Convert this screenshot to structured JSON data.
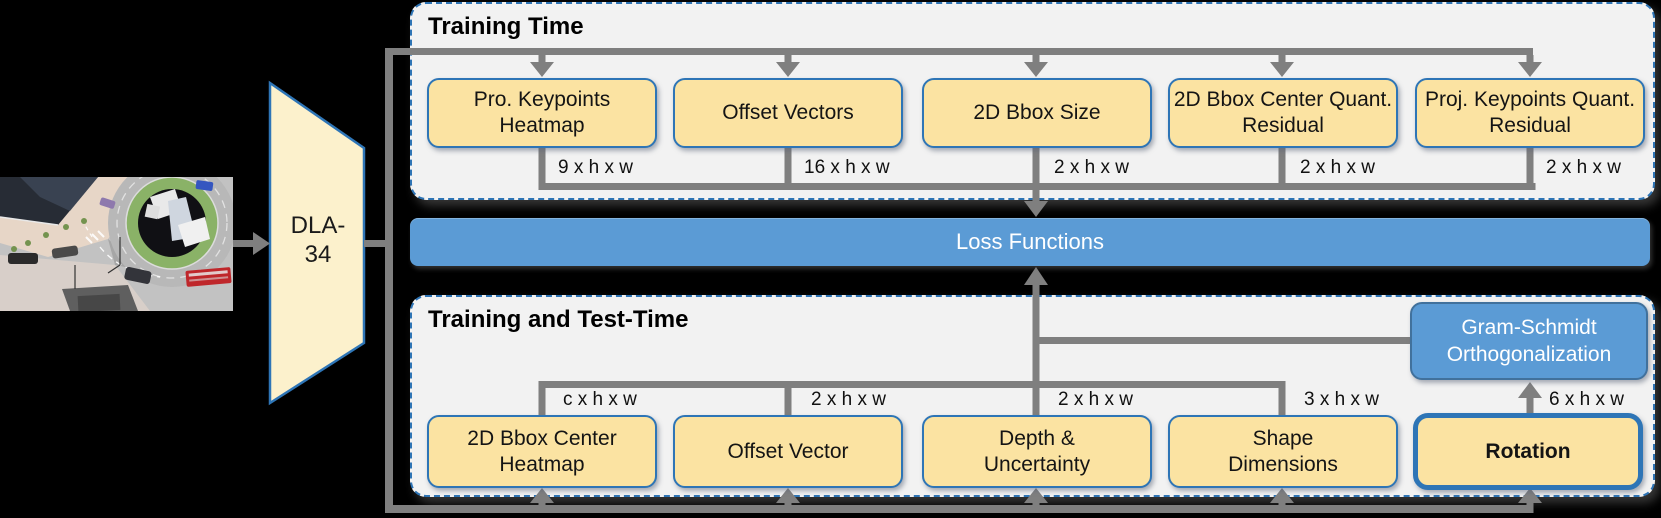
{
  "backbone": {
    "label_lines": [
      "DLA-",
      "34"
    ]
  },
  "training_panel": {
    "title": "Training Time",
    "boxes": [
      {
        "label": "Pro. Keypoints Heatmap",
        "dim": "9 x h x w"
      },
      {
        "label": "Offset Vectors",
        "dim": "16 x h x w"
      },
      {
        "label": "2D Bbox Size",
        "dim": "2 x h x w"
      },
      {
        "label": "2D Bbox Center Quant. Residual",
        "dim": "2 x h x w"
      },
      {
        "label": "Proj. Keypoints Quant. Residual",
        "dim": "2 x h x w"
      }
    ]
  },
  "loss_bar": {
    "label": "Loss Functions"
  },
  "test_panel": {
    "title": "Training and Test-Time",
    "boxes": [
      {
        "label": "2D Bbox Center Heatmap",
        "dim": "c x h x w"
      },
      {
        "label": "Offset Vector",
        "dim": "2 x h x w"
      },
      {
        "label": "Depth & Uncertainty",
        "dim": "2 x h x w"
      },
      {
        "label": "Shape Dimensions",
        "dim": "3 x h x w"
      },
      {
        "label": "Rotation",
        "dim": "6 x h x w"
      }
    ],
    "gram_box": {
      "label": "Gram-Schmidt Orthogonalization"
    }
  },
  "colors": {
    "head_box_fill": "#fbe3a2",
    "box_border_blue": "#2e75b6",
    "panel_fill": "#f2f2f2",
    "panel_dashed_border": "#2e74b5",
    "blue_fill": "#5b9bd5",
    "connector_gray": "#7f7f7f",
    "backbone_fill": "#fcf1cc",
    "background": "#000000"
  }
}
